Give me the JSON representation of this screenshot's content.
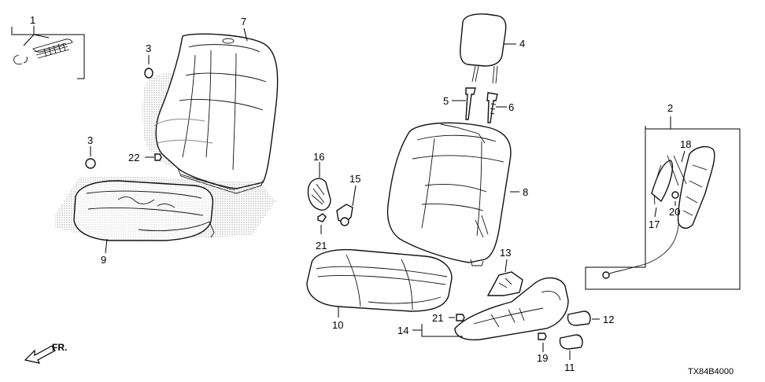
{
  "callouts": [
    "1",
    "2",
    "3",
    "3",
    "4",
    "5",
    "6",
    "7",
    "8",
    "9",
    "10",
    "11",
    "12",
    "13",
    "14",
    "15",
    "16",
    "17",
    "18",
    "19",
    "20",
    "21",
    "21",
    "22"
  ],
  "diagram_code": "TX84B4000",
  "direction_label": "FR."
}
